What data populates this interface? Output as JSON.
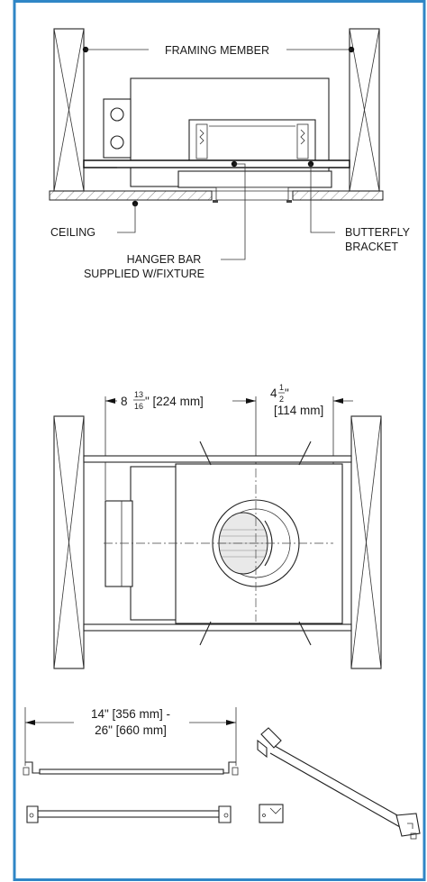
{
  "colors": {
    "border": "#2f86c6",
    "line": "#222222"
  },
  "side_view": {
    "framing_member_label": "FRAMING MEMBER",
    "ceiling_label": "CEILING",
    "hanger_bar_label_line1": "HANGER BAR",
    "hanger_bar_label_line2": "SUPPLIED W/FIXTURE",
    "butterfly_label_line1": "BUTTERFLY",
    "butterfly_label_line2": "BRACKET"
  },
  "top_view": {
    "dim_a_whole": "8",
    "dim_a_num": "13",
    "dim_a_den": "16",
    "dim_a_rest": "\" [224 mm]",
    "dim_b_whole": "4",
    "dim_b_num": "1",
    "dim_b_den": "2",
    "dim_b_rest": "\"",
    "dim_b_mm": "[114 mm]"
  },
  "hanger_detail": {
    "length_line1": "14\" [356 mm] -",
    "length_line2": "26\" [660 mm]"
  }
}
